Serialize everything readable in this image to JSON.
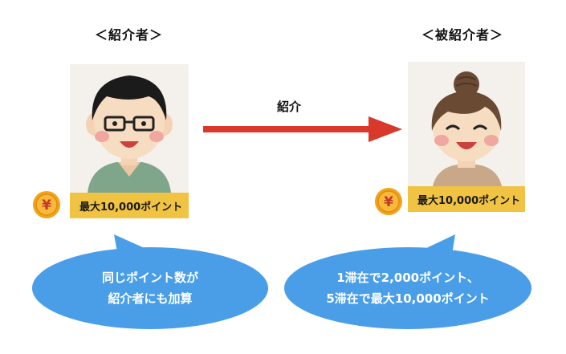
{
  "referrer": {
    "heading": "＜紹介者＞",
    "badge": "最大10,000ポイント",
    "bubble_lines": [
      "同じポイント数が",
      "紹介者にも加算"
    ]
  },
  "referee": {
    "heading": "＜被紹介者＞",
    "badge": "最大10,000ポイント",
    "bubble_lines": [
      "1滞在で2,000ポイント、",
      "5滞在で最大10,000ポイント"
    ]
  },
  "arrow": {
    "label": "紹介"
  },
  "coin_symbol": "¥",
  "colors": {
    "arrow": "#d9392b",
    "bubble": "#4a9ee8",
    "badge": "#f0c342",
    "coin": "#f3a21a"
  },
  "icons": [
    "man-with-glasses-illustration",
    "woman-with-bun-illustration",
    "yen-coin-icon",
    "right-arrow"
  ]
}
